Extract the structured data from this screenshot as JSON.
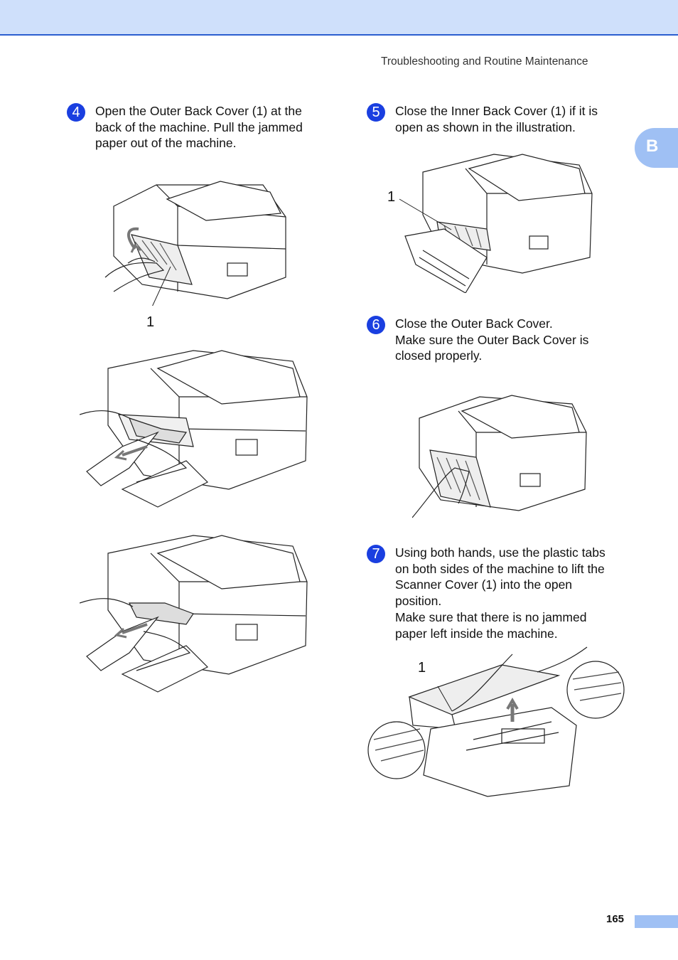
{
  "header": {
    "running_head": "Troubleshooting and Routine Maintenance"
  },
  "side_tab": {
    "label": "B"
  },
  "steps": [
    {
      "number": "4",
      "lines": [
        "Open the Outer Back Cover (1) at the",
        "back of the machine. Pull the jammed",
        "paper out of the machine."
      ]
    },
    {
      "number": "5",
      "lines": [
        "Close the Inner Back Cover (1) if it is",
        "open as shown in the illustration."
      ]
    },
    {
      "number": "6",
      "lines": [
        "Close the Outer Back Cover.",
        "Make sure the Outer Back Cover is",
        "closed properly."
      ]
    },
    {
      "number": "7",
      "lines": [
        "Using both hands, use the plastic tabs",
        "on both sides of the machine to lift the",
        "Scanner Cover (1) into the open",
        "position.",
        "Make sure that there is no jammed",
        "paper left inside the machine."
      ]
    }
  ],
  "callouts": {
    "step4": "1",
    "step5": "1",
    "step7": "1"
  },
  "footer": {
    "page_number": "165"
  },
  "colors": {
    "accent": "#1a3fe0",
    "band": "#cfe0fb",
    "tab": "#9fc0f4"
  }
}
